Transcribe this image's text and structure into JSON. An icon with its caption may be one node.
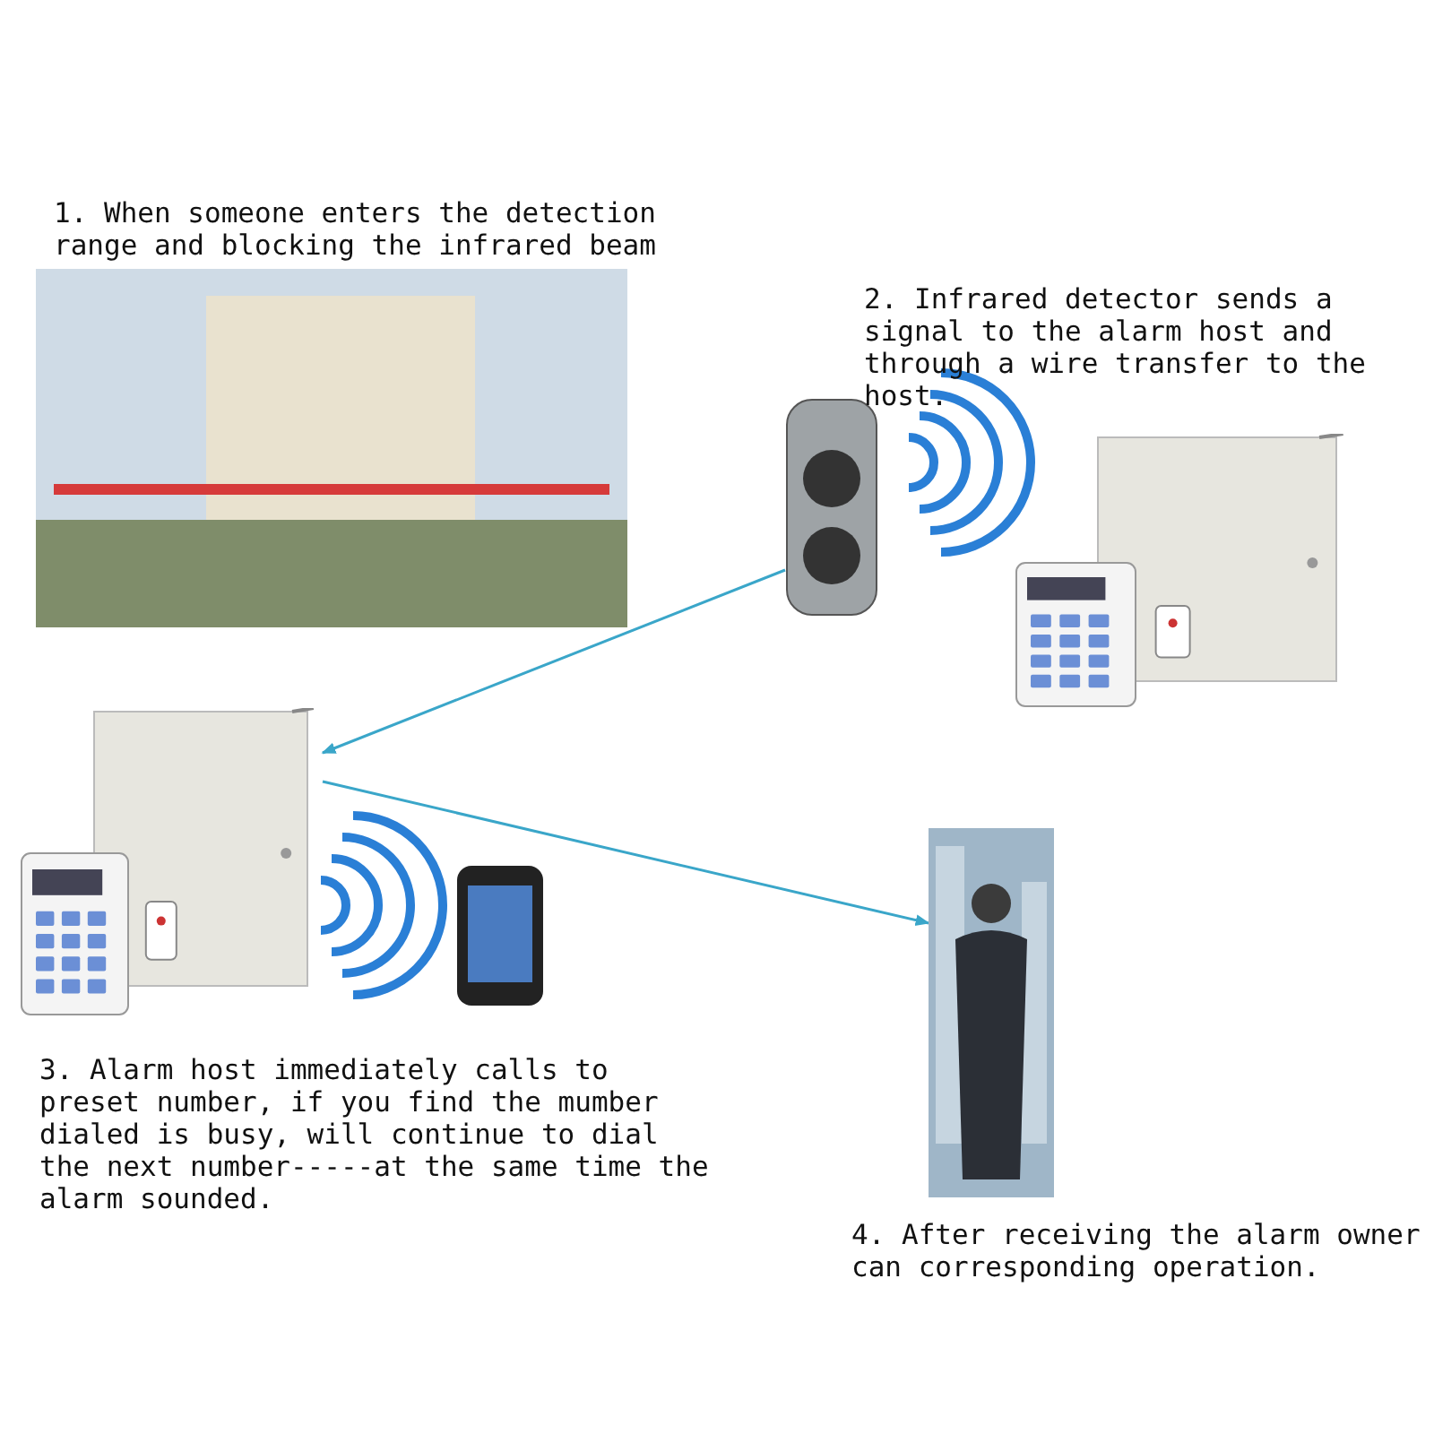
{
  "diagram": {
    "nodes": [
      {
        "text": [],
        "shape": "picture",
        "beside": [
          "1. When someone enters the detection range and blocking the infrared beam"
        ]
      },
      {
        "text": [],
        "shape": "picture",
        "beside": [
          "2. Infrared detector sends a signal to the alarm host and through a wire transfer to the host."
        ]
      },
      {
        "text": [],
        "shape": "picture"
      },
      {
        "text": [],
        "shape": "picture",
        "beside": [
          "3. Alarm host immediately calls to preset number, if you find the mumber dialed is busy, will continue to dial the next number-----at the same time the alarm sounded."
        ]
      },
      {
        "text": [],
        "shape": "picture"
      },
      {
        "text": [],
        "shape": "picture",
        "beside": [
          "4. After receiving the alarm owner can corresponding operation."
        ]
      }
    ],
    "edges": [
      {
        "from": 1,
        "to": 3,
        "arrow": "to"
      },
      {
        "from": 3,
        "to": 5,
        "arrow": "to"
      }
    ]
  }
}
